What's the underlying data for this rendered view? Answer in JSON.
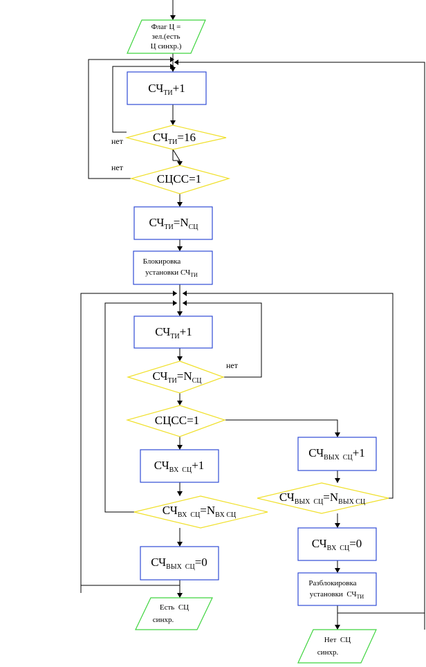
{
  "colors": {
    "process_border": "#2f4bd6",
    "decision_border": "#f0e02a",
    "io_border": "#3fd43f",
    "line": "#000000"
  },
  "nodes": {
    "io_flag": {
      "lines": [
        "Флаг Ц =",
        "зел.(есть",
        "Ц синхр.)"
      ]
    },
    "p_inc_ti_1": {
      "main": "СЧ",
      "sub": "ТИ",
      "tail": "+1"
    },
    "d_ti_16": {
      "main": "СЧ",
      "sub": "ТИ",
      "tail": "=16"
    },
    "d_sc_1": {
      "text": "СЦСС=1"
    },
    "p_ti_nsc": {
      "main": "СЧ",
      "sub": "ТИ",
      "eq": "=N",
      "sub2": "СЦ"
    },
    "p_block": {
      "line1": "Блокировка",
      "line2_main": "установки  СЧ",
      "line2_sub": "ТИ"
    },
    "p_inc_ti_2": {
      "main": "СЧ",
      "sub": "ТИ",
      "tail": "+1"
    },
    "d_ti_nsc": {
      "main": "СЧ",
      "sub": "ТИ",
      "eq": "=N",
      "sub2": "СЦ"
    },
    "d_sc_2": {
      "text": "СЦСС=1"
    },
    "p_inc_vx": {
      "main": "СЧ",
      "sub": "ВХ  СЦ",
      "tail": "+1"
    },
    "d_vx_n": {
      "main": "СЧ",
      "sub": "ВХ  СЦ",
      "eq": "=N",
      "sub2": "ВХ СЦ"
    },
    "p_vyx_0": {
      "main": "СЧ",
      "sub": "ВЫХ  СЦ",
      "tail": "=0"
    },
    "io_yes": {
      "lines": [
        "Есть  СЦ",
        "синхр."
      ]
    },
    "p_inc_vyx": {
      "main": "СЧ",
      "sub": "ВЫХ  СЦ",
      "tail": "+1"
    },
    "d_vyx_n": {
      "main": "СЧ",
      "sub": "ВЫХ  СЦ",
      "eq": "=N",
      "sub2": "ВЫХ СЦ"
    },
    "p_vx_0": {
      "main": "СЧ",
      "sub": "ВХ  СЦ",
      "tail": "=0"
    },
    "p_unblock": {
      "line1": "Разблокировка",
      "line2_main": "установки  СЧ",
      "line2_sub": "ТИ"
    },
    "io_no": {
      "lines": [
        "Нет  СЦ",
        "синхр."
      ]
    }
  },
  "edge_labels": {
    "no_1": "нет",
    "no_2": "нет",
    "no_3": "нет"
  }
}
